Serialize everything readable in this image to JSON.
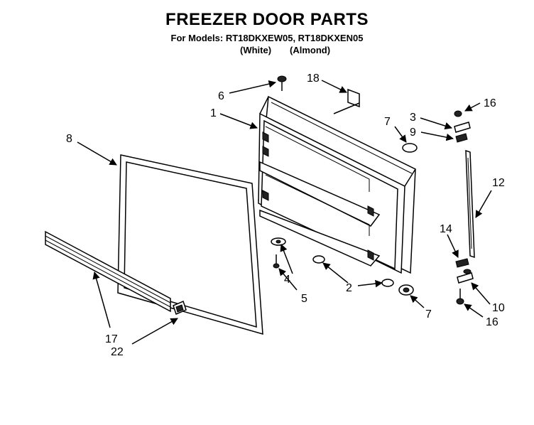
{
  "header": {
    "title": "FREEZER DOOR PARTS",
    "models": "For Models: RT18DKXEW05, RT18DKXEN05",
    "finish_white": "(White)",
    "finish_almond": "(Almond)"
  },
  "callouts": {
    "c1": "1",
    "c2": "2",
    "c3": "3",
    "c4": "4",
    "c5": "5",
    "c6": "6",
    "c7a": "7",
    "c7b": "7",
    "c8": "8",
    "c9": "9",
    "c10": "10",
    "c12": "12",
    "c14": "14",
    "c16a": "16",
    "c16b": "16",
    "c17": "17",
    "c18": "18",
    "c22": "22"
  }
}
